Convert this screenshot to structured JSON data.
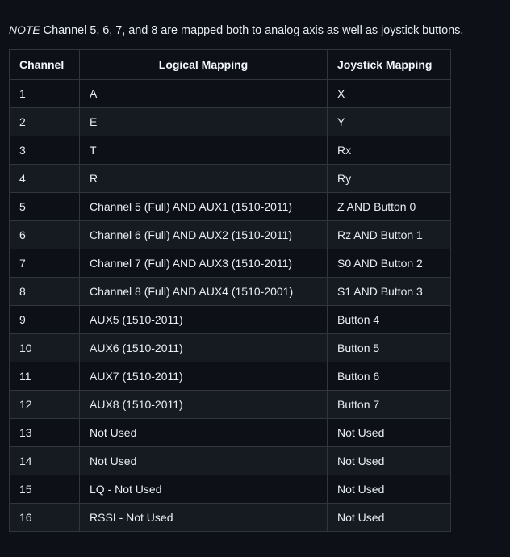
{
  "note": {
    "label": "NOTE",
    "text": " Channel 5, 6, 7, and 8 are mapped both to analog axis as well as joystick buttons."
  },
  "table": {
    "columns": [
      "Channel",
      "Logical Mapping",
      "Joystick Mapping"
    ],
    "rows": [
      {
        "channel": "1",
        "logical": "A",
        "joystick": "X"
      },
      {
        "channel": "2",
        "logical": "E",
        "joystick": "Y"
      },
      {
        "channel": "3",
        "logical": "T",
        "joystick": "Rx"
      },
      {
        "channel": "4",
        "logical": "R",
        "joystick": "Ry"
      },
      {
        "channel": "5",
        "logical": "Channel 5 (Full) AND AUX1 (1510-2011)",
        "joystick": "Z AND Button 0"
      },
      {
        "channel": "6",
        "logical": "Channel 6 (Full) AND AUX2 (1510-2011)",
        "joystick": "Rz AND Button 1"
      },
      {
        "channel": "7",
        "logical": "Channel 7 (Full) AND AUX3 (1510-2011)",
        "joystick": "S0 AND Button 2"
      },
      {
        "channel": "8",
        "logical": "Channel 8 (Full) AND AUX4 (1510-2001)",
        "joystick": "S1 AND Button 3"
      },
      {
        "channel": "9",
        "logical": "AUX5 (1510-2011)",
        "joystick": "Button 4"
      },
      {
        "channel": "10",
        "logical": "AUX6 (1510-2011)",
        "joystick": "Button 5"
      },
      {
        "channel": "11",
        "logical": "AUX7 (1510-2011)",
        "joystick": "Button 6"
      },
      {
        "channel": "12",
        "logical": "AUX8 (1510-2011)",
        "joystick": "Button 7"
      },
      {
        "channel": "13",
        "logical": "Not Used",
        "joystick": "Not Used"
      },
      {
        "channel": "14",
        "logical": "Not Used",
        "joystick": "Not Used"
      },
      {
        "channel": "15",
        "logical": "LQ - Not Used",
        "joystick": "Not Used"
      },
      {
        "channel": "16",
        "logical": "RSSI - Not Used",
        "joystick": "Not Used"
      }
    ]
  },
  "colors": {
    "page_background": "#0d1117",
    "row_alt_background": "#161b22",
    "border": "#30363d",
    "text": "#e6edf3",
    "heading_text": "#f0f6fc"
  }
}
